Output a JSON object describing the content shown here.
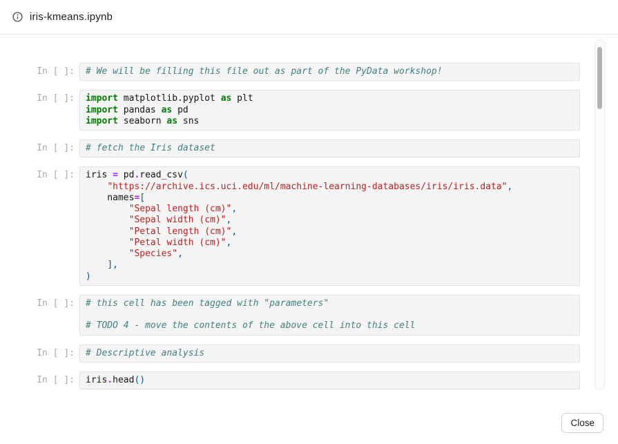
{
  "header": {
    "title": "iris-kmeans.ipynb"
  },
  "footer": {
    "close_label": "Close"
  },
  "colors": {
    "keyword": "#008000",
    "comment": "#408080",
    "string": "#BA2121",
    "operator": "#AA22FF",
    "punctuation": "#0055AA",
    "cell_background": "#f5f5f5",
    "cell_border": "#e2e2e2",
    "prompt_text": "#a9a9a9"
  },
  "notebook": {
    "prompt_label": "In [ ]:",
    "cells": [
      {
        "lines": [
          [
            {
              "c": "c",
              "t": "# We will be filling this file out as part of the PyData workshop!"
            }
          ]
        ]
      },
      {
        "lines": [
          [
            {
              "c": "k",
              "t": "import"
            },
            {
              "t": " matplotlib.pyplot "
            },
            {
              "c": "k",
              "t": "as"
            },
            {
              "t": " plt"
            }
          ],
          [
            {
              "c": "k",
              "t": "import"
            },
            {
              "t": " pandas "
            },
            {
              "c": "k",
              "t": "as"
            },
            {
              "t": " pd"
            }
          ],
          [
            {
              "c": "k",
              "t": "import"
            },
            {
              "t": " seaborn "
            },
            {
              "c": "k",
              "t": "as"
            },
            {
              "t": " sns"
            }
          ]
        ]
      },
      {
        "lines": [
          [
            {
              "c": "c",
              "t": "# fetch the Iris dataset"
            }
          ]
        ]
      },
      {
        "lines": [
          [
            {
              "t": "iris "
            },
            {
              "c": "o",
              "t": "="
            },
            {
              "t": " pd"
            },
            {
              "c": "o",
              "t": "."
            },
            {
              "t": "read_csv"
            },
            {
              "c": "p",
              "t": "("
            }
          ],
          [
            {
              "t": "    "
            },
            {
              "c": "s",
              "t": "\"https://archive.ics.uci.edu/ml/machine-learning-databases/iris/iris.data\""
            },
            {
              "c": "p",
              "t": ","
            }
          ],
          [
            {
              "t": "    names"
            },
            {
              "c": "o",
              "t": "="
            },
            {
              "c": "p",
              "t": "["
            }
          ],
          [
            {
              "t": "        "
            },
            {
              "c": "s",
              "t": "\"Sepal length (cm)\""
            },
            {
              "c": "p",
              "t": ","
            }
          ],
          [
            {
              "t": "        "
            },
            {
              "c": "s",
              "t": "\"Sepal width (cm)\""
            },
            {
              "c": "p",
              "t": ","
            }
          ],
          [
            {
              "t": "        "
            },
            {
              "c": "s",
              "t": "\"Petal length (cm)\""
            },
            {
              "c": "p",
              "t": ","
            }
          ],
          [
            {
              "t": "        "
            },
            {
              "c": "s",
              "t": "\"Petal width (cm)\""
            },
            {
              "c": "p",
              "t": ","
            }
          ],
          [
            {
              "t": "        "
            },
            {
              "c": "s",
              "t": "\"Species\""
            },
            {
              "c": "p",
              "t": ","
            }
          ],
          [
            {
              "t": "    "
            },
            {
              "c": "p",
              "t": "],"
            }
          ],
          [
            {
              "c": "p",
              "t": ")"
            }
          ]
        ]
      },
      {
        "lines": [
          [
            {
              "c": "c",
              "t": "# this cell has been tagged with \"parameters\""
            }
          ],
          [],
          [
            {
              "c": "c",
              "t": "# TODO 4 - move the contents of the above cell into this cell"
            }
          ]
        ]
      },
      {
        "lines": [
          [
            {
              "c": "c",
              "t": "# Descriptive analysis"
            }
          ]
        ]
      },
      {
        "lines": [
          [
            {
              "t": "iris"
            },
            {
              "c": "o",
              "t": "."
            },
            {
              "t": "head"
            },
            {
              "c": "p",
              "t": "()"
            }
          ]
        ]
      }
    ]
  }
}
